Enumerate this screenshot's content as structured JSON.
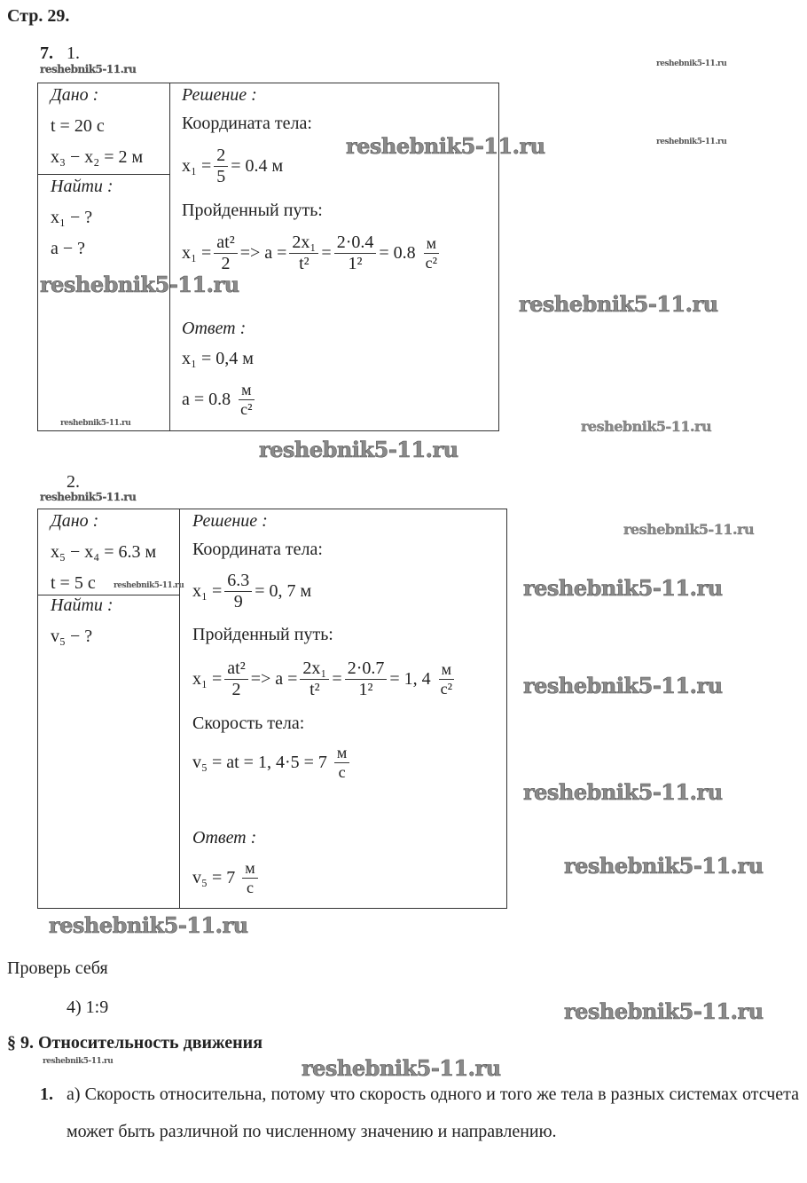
{
  "page_header": "Стр. 29.",
  "task_number": "7.",
  "watermark": "reshebnik5-11.ru",
  "part1": {
    "label": "1.",
    "given_title": "Дано :",
    "given": [
      "t = 20 с",
      "x₃ − x₂ = 2 м"
    ],
    "find_title": "Найти :",
    "find": [
      "x₁ − ?",
      "a − ?"
    ],
    "solution_title": "Решение :",
    "coord_label": "Координата тела:",
    "coord_formula": {
      "lhs": "x₁ =",
      "num": "2",
      "den": "5",
      "result": "= 0.4 м"
    },
    "path_label": "Пройденный путь:",
    "path_formula": {
      "lhs": "x₁ =",
      "f1_num": "at²",
      "f1_den": "2",
      "arrow": "=> a =",
      "f2_num": "2x₁",
      "f2_den": "t²",
      "eq": "=",
      "f3_num": "2·0.4",
      "f3_den": "1²",
      "result": "= 0.8",
      "unit_num": "м",
      "unit_den": "с²"
    },
    "answer_title": "Ответ :",
    "answer1": "x₁ = 0,4 м",
    "answer2": {
      "lhs": "a = 0.8",
      "unit_num": "м",
      "unit_den": "с²"
    }
  },
  "part2": {
    "label": "2.",
    "given_title": "Дано :",
    "given": [
      "x₅ − x₄ = 6.3 м",
      "t = 5 с"
    ],
    "find_title": "Найти :",
    "find": [
      "v₅ − ?"
    ],
    "solution_title": "Решение :",
    "coord_label": "Координата тела:",
    "coord_formula": {
      "lhs": "x₁ =",
      "num": "6.3",
      "den": "9",
      "result": "= 0, 7 м"
    },
    "path_label": "Пройденный путь:",
    "path_formula": {
      "lhs": "x₁ =",
      "f1_num": "at²",
      "f1_den": "2",
      "arrow": "=> a =",
      "f2_num": "2x₁",
      "f2_den": "t²",
      "eq": "=",
      "f3_num": "2·0.7",
      "f3_den": "1²",
      "result": "= 1, 4",
      "unit_num": "м",
      "unit_den": "с²"
    },
    "speed_label": "Скорость тела:",
    "speed_formula": {
      "lhs": "v₅ = at = 1, 4·5 = 7",
      "unit_num": "м",
      "unit_den": "с"
    },
    "answer_title": "Ответ :",
    "answer": {
      "lhs": "v₅ = 7",
      "unit_num": "м",
      "unit_den": "с"
    }
  },
  "check_title": "Проверь себя",
  "check_answer": "4) 1:9",
  "section_title": "§ 9. Относительность движения",
  "q1_number": "1.",
  "q1_text": "а) Скорость относительна, потому что скорость одного и того же тела в разных системах отсчета может быть различной по численному значению и направлению."
}
